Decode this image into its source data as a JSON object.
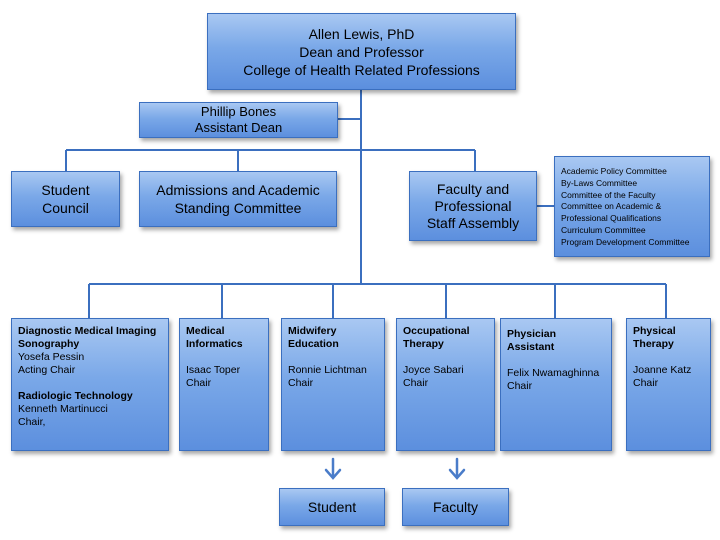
{
  "dean": {
    "name": "Allen Lewis, PhD",
    "title": "Dean and Professor",
    "college": "College of Health Related Professions"
  },
  "assistant": {
    "name": "Phillip Bones",
    "title": "Assistant Dean"
  },
  "student_council": {
    "line1": "Student",
    "line2": "Council"
  },
  "admissions": {
    "line1": "Admissions and Academic",
    "line2": "Standing Committee"
  },
  "faculty_assembly": {
    "line1": "Faculty and",
    "line2": "Professional",
    "line3": "Staff Assembly"
  },
  "committees": [
    "Academic Policy Committee",
    "By-Laws Committee",
    "Committee of the Faculty",
    "Committee on Academic &",
    "Professional Qualifications",
    "Curriculum Committee",
    "Program Development Committee"
  ],
  "departments": {
    "dmis": {
      "title1": "Diagnostic Medical Imaging",
      "title2": "Sonography",
      "name": "Yosefa Pessin",
      "role": "Acting Chair",
      "title3": "Radiologic Technology",
      "name2": "Kenneth Martinucci",
      "role2": "Chair,"
    },
    "informatics": {
      "title1": "Medical",
      "title2": "Informatics",
      "name": "Isaac Toper",
      "role": "Chair"
    },
    "midwifery": {
      "title1": "Midwifery",
      "title2": "Education",
      "name": "Ronnie Lichtman",
      "role": "Chair"
    },
    "ot": {
      "title1": "Occupational",
      "title2": "Therapy",
      "name": "Joyce Sabari",
      "role": "Chair"
    },
    "pa": {
      "title1": "Physician",
      "title2": "Assistant",
      "name": "Felix Nwamaghinna",
      "role": "Chair"
    },
    "pt": {
      "title1": "Physical",
      "title2": "Therapy",
      "name": "Joanne Katz",
      "role": "Chair"
    }
  },
  "student": "Student",
  "faculty": "Faculty",
  "colors": {
    "line": "#3b6fbf",
    "box_top": "#a9c8f2",
    "box_bottom": "#5c8fde",
    "arrow": "#4a7cc9"
  }
}
